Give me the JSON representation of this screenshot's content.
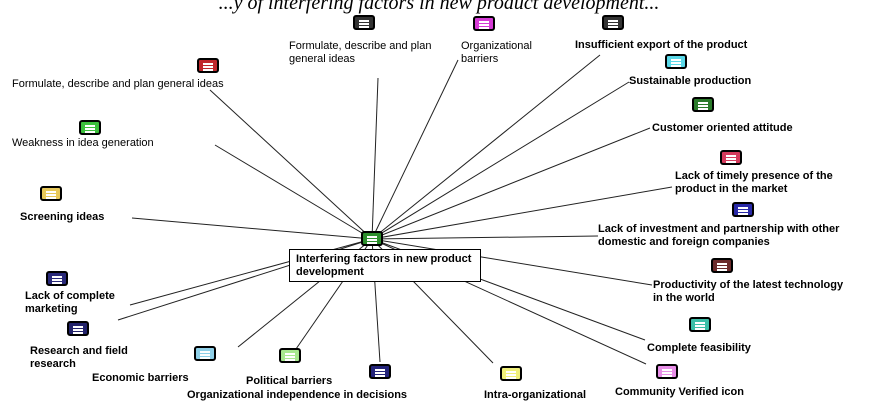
{
  "header_fragment": "...y of interfering factors in new product development...",
  "center": {
    "label": "Interfering factors in new product development",
    "icon_color": "#2d8f2d"
  },
  "nodes": [
    {
      "id": "formulate-top",
      "label": "Formulate, describe and plan general ideas",
      "bold": false,
      "icon_color": "#333333"
    },
    {
      "id": "organizational-barriers",
      "label": "Organizational barriers",
      "bold": false,
      "icon_color": "#d63bd6"
    },
    {
      "id": "insufficient-export",
      "label": "Insufficient export of the product",
      "bold": true,
      "icon_color": "#333333"
    },
    {
      "id": "formulate-left",
      "label": "Formulate, describe and plan general ideas",
      "bold": false,
      "icon_color": "#c0282d"
    },
    {
      "id": "sustainable-production",
      "label": "Sustainable production",
      "bold": true,
      "icon_color": "#5ad8e8"
    },
    {
      "id": "customer-oriented",
      "label": "Customer oriented attitude",
      "bold": true,
      "icon_color": "#2a7a2a"
    },
    {
      "id": "weakness-idea",
      "label": "Weakness in idea generation",
      "bold": false,
      "icon_color": "#3cbf3c"
    },
    {
      "id": "lack-timely",
      "label": "Lack of timely presence of the product in the market",
      "bold": true,
      "icon_color": "#d43a5c"
    },
    {
      "id": "screening-ideas",
      "label": "Screening ideas",
      "bold": true,
      "icon_color": "#e8c95a"
    },
    {
      "id": "lack-investment",
      "label": "Lack of investment and partnership with other domestic and foreign companies",
      "bold": true,
      "icon_color": "#2a2aa8"
    },
    {
      "id": "productivity",
      "label": "Productivity of the latest technology in the world",
      "bold": true,
      "icon_color": "#6b2a2a"
    },
    {
      "id": "lack-marketing",
      "label": "Lack of complete marketing",
      "bold": true,
      "icon_color": "#2a2a7a"
    },
    {
      "id": "complete-feasibility",
      "label": "Complete feasibility",
      "bold": true,
      "icon_color": "#3cbfa8"
    },
    {
      "id": "research",
      "label": "Research and field research",
      "bold": true,
      "icon_color": "#23236b"
    },
    {
      "id": "economic-barriers",
      "label": "Economic barriers",
      "bold": true,
      "icon_color": "#8fd0e8"
    },
    {
      "id": "political-barriers",
      "label": "Political barriers",
      "bold": true,
      "icon_color": "#a8e88f"
    },
    {
      "id": "org-independence",
      "label": "Organizational independence in decisions",
      "bold": true,
      "icon_color": "#23237a"
    },
    {
      "id": "intra-organizational",
      "label": "Intra-organizational",
      "bold": true,
      "icon_color": "#f0f07a"
    },
    {
      "id": "community-verified",
      "label": "Community Verified icon",
      "bold": true,
      "icon_color": "#e88fe8"
    }
  ]
}
